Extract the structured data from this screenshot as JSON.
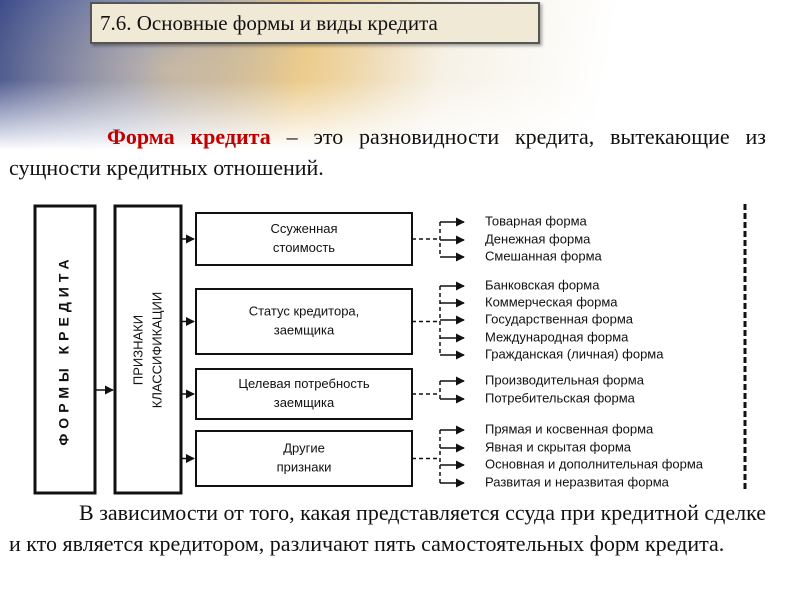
{
  "slide": {
    "title": "7.6. Основные формы и виды кредита",
    "definition": {
      "term": "Форма кредита",
      "rest": " – это разновидности кредита, вытекающие из сущности кредитных отношений."
    },
    "note": "В зависимости от того, какая представляется ссуда при кредитной сделке и кто является кредитором, различают пять самостоятельных форм кредита."
  },
  "diagram": {
    "root": "ФОРМЫ КРЕДИТА",
    "classification": [
      "ПРИЗНАКИ",
      "КЛАССИФИКАЦИИ"
    ],
    "groups": [
      {
        "lines": [
          "Ссуженная",
          "стоимость"
        ],
        "items": [
          "Товарная форма",
          "Денежная форма",
          "Смешанная форма"
        ]
      },
      {
        "lines": [
          "Статус кредитора,",
          "заемщика"
        ],
        "items": [
          "Банковская форма",
          "Коммерческая форма",
          "Государственная форма",
          "Международная форма",
          "Гражданская (личная) форма"
        ]
      },
      {
        "lines": [
          "Целевая потребность",
          "заемщика"
        ],
        "items": [
          "Производительная форма",
          "Потребительская форма"
        ]
      },
      {
        "lines": [
          "Другие",
          "признаки"
        ],
        "items": [
          "Прямая и косвенная форма",
          "Явная и скрытая форма",
          "Основная и дополнительная форма",
          "Развитая и неразвитая форма"
        ]
      }
    ]
  },
  "colors": {
    "term": "#c00000",
    "title_bg": "#efe9d6"
  }
}
